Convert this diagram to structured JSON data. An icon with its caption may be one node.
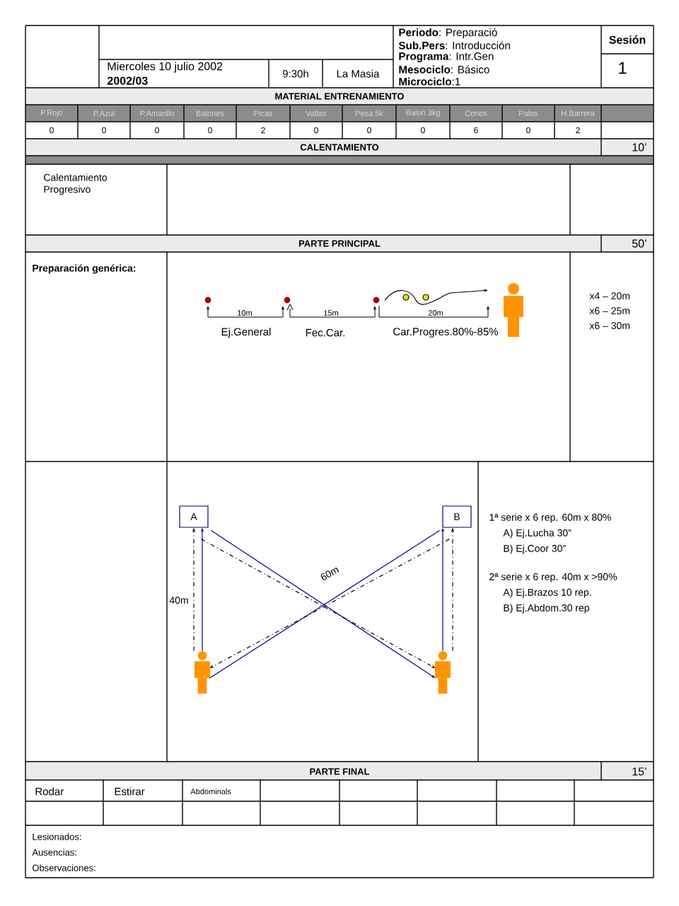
{
  "diagram": {
    "nodes": [
      {
        "text": [
          "A"
        ]
      },
      {
        "text": [
          "B"
        ]
      },
      {
        "text": [],
        "shape": "person"
      },
      {
        "text": [],
        "shape": "person"
      }
    ],
    "edges": [
      {
        "from": 2,
        "to": 0,
        "arrow": "to"
      },
      {
        "from": 2,
        "to": 0,
        "arrow": "to",
        "style": "dashed",
        "color": "#000000"
      },
      {
        "from": 3,
        "to": 1,
        "arrow": "to"
      },
      {
        "from": 3,
        "to": 1,
        "arrow": "to",
        "style": "dashed",
        "color": "#000000"
      },
      {
        "from": 0,
        "to": 3,
        "arrow": "to"
      },
      {
        "from": 0,
        "to": 3,
        "arrow": "to",
        "style": "dashed",
        "color": "#000000"
      },
      {
        "from": 2,
        "to": 1,
        "arrow": "none"
      },
      {
        "from": 1,
        "to": 2,
        "arrow": "to",
        "style": "dashed",
        "color": "#000000"
      }
    ],
    "labels": [
      "Miercoles 10 julio 2002",
      "2002/03",
      "9:30h",
      "La Masia",
      "**Periodo**: Preparació",
      "**Sub.Pers**: Introducción",
      "**Programa**: Intr.Gen",
      "**Mesociclo**: Básico",
      "**Microciclo**:1",
      "Sesión",
      "1",
      "MATERIAL ENTRENAMIENTO",
      "P.Rojo",
      "P.Azul",
      "P.Amarillo",
      "Balones",
      "Picas",
      "Vallas",
      "Pesa 5k",
      "Balon 3kg",
      "Conos",
      "Palos",
      "H.Barrera",
      "0",
      "0",
      "0",
      "0",
      "2",
      "0",
      "0",
      "0",
      "6",
      "0",
      "2",
      "CALENTAMIENTO",
      "10’",
      "Calentamiento Progresivo",
      "PARTE PRINCIPAL",
      "50’",
      "Preparación genérica:",
      "10m",
      "15m",
      "20m",
      "Ej.General",
      "Fec.Car.",
      "Car.Progres.80%-85%",
      "x4 – 20m",
      "x6 – 25m",
      "x6 – 30m",
      "40m",
      "60m",
      "1ª serie x 6 rep. 60m x 80%",
      "A) Ej.Lucha 30”",
      "B) Ej.Coor  30”",
      "2ª serie x 6 rep. 40m x >90%",
      "A) Ej.Brazos 10 rep.",
      "B) Ej.Abdom.30 rep",
      "PARTE FINAL",
      "15’",
      "Rodar",
      "Estirar",
      "Abdominals",
      "Lesionados:",
      "Ausencias:",
      "Observaciones:"
    ]
  }
}
